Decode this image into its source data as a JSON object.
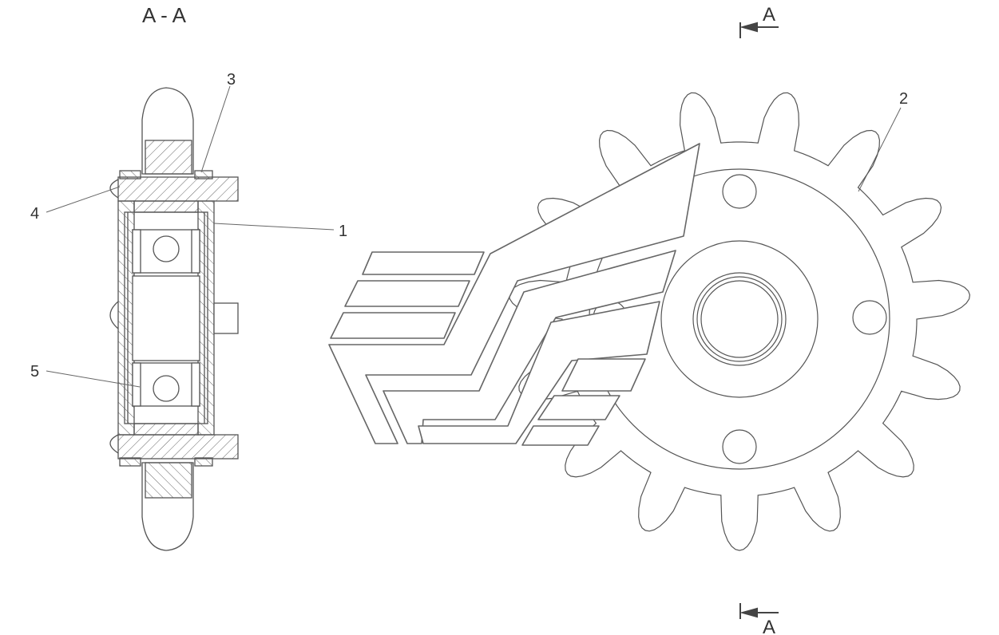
{
  "section_title": "A - A",
  "section_marker_top": "A",
  "section_marker_bottom": "A",
  "callouts": {
    "c1": "1",
    "c2": "2",
    "c3": "3",
    "c4": "4",
    "c5": "5"
  },
  "colors": {
    "line": "#555555",
    "hatch": "#666666",
    "background": "#ffffff"
  },
  "sprocket": {
    "teeth": 15
  }
}
